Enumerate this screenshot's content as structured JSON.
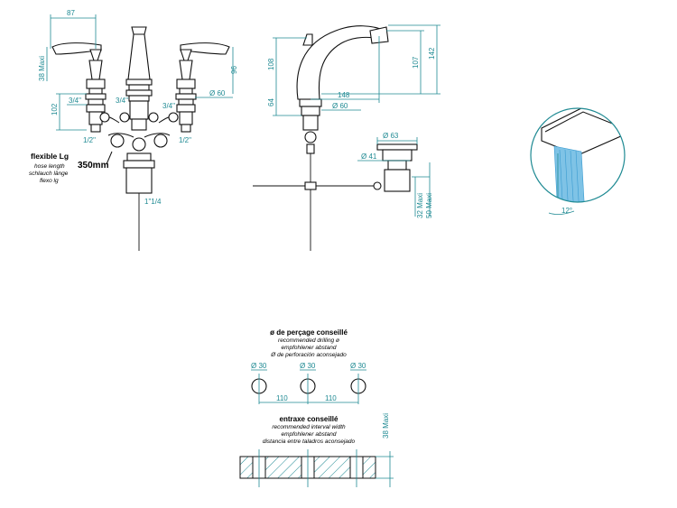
{
  "front_view": {
    "dim_handle_width": "87",
    "dim_handle_height": "38 Maxi",
    "dim_side_height": "96",
    "dim_body_height": "102",
    "dim_diameter": "Ø 60",
    "thread_left_top": "3/4\"",
    "thread_center": "3/4\"",
    "thread_right_top": "3/4\"",
    "thread_left_bottom": "1/2\"",
    "thread_right_bottom": "1/2\"",
    "waste_thread": "1\"1/4",
    "hose_length_value": "350mm",
    "hose_label": "flexible Lg",
    "hose_lines": [
      "hose length",
      "schlauch länge",
      "flexo lg"
    ]
  },
  "side_view": {
    "dim_108": "108",
    "dim_64": "64",
    "dim_107": "107",
    "dim_142": "142",
    "dim_148": "148",
    "dim_diameter_60": "Ø 60",
    "dim_diameter_63": "Ø 63",
    "dim_diameter_41": "Ø 41",
    "dim_32": "32 Maxi",
    "dim_50": "50 Maxi"
  },
  "spray_detail": {
    "angle": "12°",
    "spray_color": "#7fc3e6"
  },
  "drilling": {
    "title": "ø de perçage conseillé",
    "lines": [
      "recommended drilling ø",
      "empfohlener abstand",
      "Ø de perforación aconsejado"
    ],
    "hole_diameters": [
      "Ø 30",
      "Ø 30",
      "Ø 30"
    ],
    "spacing": [
      "110",
      "110"
    ]
  },
  "interval": {
    "title": "entraxe conseillé",
    "lines": [
      "recommended interval width",
      "empfohlener abstand",
      "distancia entre taladros aconsejado"
    ],
    "dim_thickness": "38 Maxi"
  },
  "colors": {
    "dimension": "#1f8a93",
    "outline": "#111111"
  }
}
